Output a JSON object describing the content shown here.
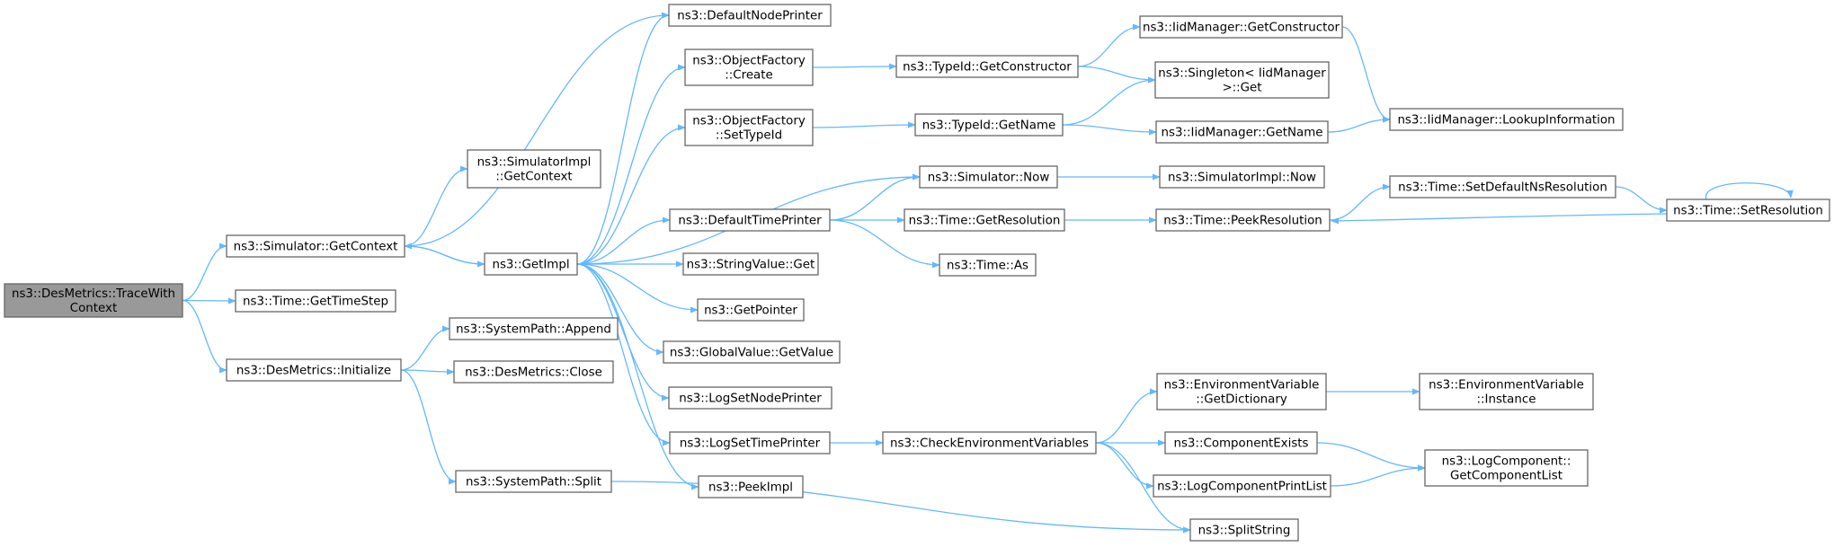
{
  "diagram": {
    "type": "call-graph",
    "colors": {
      "edge": "#63b8ff",
      "node_border": "#666666",
      "root_fill": "#999999",
      "node_fill": "#ffffff"
    },
    "nodes": [
      {
        "id": "root",
        "lines": [
          "ns3::DesMetrics::TraceWith",
          "Context"
        ],
        "root": true
      },
      {
        "id": "sim_getcontext",
        "lines": [
          "ns3::Simulator::GetContext"
        ]
      },
      {
        "id": "time_gettimestep",
        "lines": [
          "ns3::Time::GetTimeStep"
        ]
      },
      {
        "id": "desm_initialize",
        "lines": [
          "ns3::DesMetrics::Initialize"
        ]
      },
      {
        "id": "simimpl_getcontext",
        "lines": [
          "ns3::SimulatorImpl",
          "::GetContext"
        ]
      },
      {
        "id": "getimpl",
        "lines": [
          "ns3::GetImpl"
        ]
      },
      {
        "id": "syspath_append",
        "lines": [
          "ns3::SystemPath::Append"
        ]
      },
      {
        "id": "desm_close",
        "lines": [
          "ns3::DesMetrics::Close"
        ]
      },
      {
        "id": "syspath_split",
        "lines": [
          "ns3::SystemPath::Split"
        ]
      },
      {
        "id": "defaultnodeprinter",
        "lines": [
          "ns3::DefaultNodePrinter"
        ]
      },
      {
        "id": "objfactory_create",
        "lines": [
          "ns3::ObjectFactory",
          "::Create"
        ]
      },
      {
        "id": "objfactory_settypeid",
        "lines": [
          "ns3::ObjectFactory",
          "::SetTypeId"
        ]
      },
      {
        "id": "defaulttimeprinter",
        "lines": [
          "ns3::DefaultTimePrinter"
        ]
      },
      {
        "id": "stringvalue_get",
        "lines": [
          "ns3::StringValue::Get"
        ]
      },
      {
        "id": "getpointer",
        "lines": [
          "ns3::GetPointer"
        ]
      },
      {
        "id": "globalvalue_getvalue",
        "lines": [
          "ns3::GlobalValue::GetValue"
        ]
      },
      {
        "id": "logsetnodeprinter",
        "lines": [
          "ns3::LogSetNodePrinter"
        ]
      },
      {
        "id": "logsettimeprinter",
        "lines": [
          "ns3::LogSetTimePrinter"
        ]
      },
      {
        "id": "peekimpl",
        "lines": [
          "ns3::PeekImpl"
        ]
      },
      {
        "id": "typeid_getconstructor",
        "lines": [
          "ns3::TypeId::GetConstructor"
        ]
      },
      {
        "id": "typeid_getname",
        "lines": [
          "ns3::TypeId::GetName"
        ]
      },
      {
        "id": "simulator_now",
        "lines": [
          "ns3::Simulator::Now"
        ]
      },
      {
        "id": "time_getresolution",
        "lines": [
          "ns3::Time::GetResolution"
        ]
      },
      {
        "id": "time_as",
        "lines": [
          "ns3::Time::As"
        ]
      },
      {
        "id": "checkenvvars",
        "lines": [
          "ns3::CheckEnvironmentVariables"
        ]
      },
      {
        "id": "iid_getconstructor",
        "lines": [
          "ns3::IidManager::GetConstructor"
        ]
      },
      {
        "id": "singleton_get",
        "lines": [
          "ns3::Singleton< IidManager",
          ">::Get"
        ]
      },
      {
        "id": "iid_getname",
        "lines": [
          "ns3::IidManager::GetName"
        ]
      },
      {
        "id": "simimpl_now",
        "lines": [
          "ns3::SimulatorImpl::Now"
        ]
      },
      {
        "id": "time_peekresolution",
        "lines": [
          "ns3::Time::PeekResolution"
        ]
      },
      {
        "id": "envvar_getdictionary",
        "lines": [
          "ns3::EnvironmentVariable",
          "::GetDictionary"
        ]
      },
      {
        "id": "componentexists",
        "lines": [
          "ns3::ComponentExists"
        ]
      },
      {
        "id": "logcomponentprintlist",
        "lines": [
          "ns3::LogComponentPrintList"
        ]
      },
      {
        "id": "splitstring",
        "lines": [
          "ns3::SplitString"
        ]
      },
      {
        "id": "iid_lookupinformation",
        "lines": [
          "ns3::IidManager::LookupInformation"
        ]
      },
      {
        "id": "time_setdefaultnsresolution",
        "lines": [
          "ns3::Time::SetDefaultNsResolution"
        ]
      },
      {
        "id": "time_setresolution",
        "lines": [
          "ns3::Time::SetResolution"
        ]
      },
      {
        "id": "envvar_instance",
        "lines": [
          "ns3::EnvironmentVariable",
          "::Instance"
        ]
      },
      {
        "id": "logcomponent_getcomponentlist",
        "lines": [
          "ns3::LogComponent::",
          "GetComponentList"
        ]
      }
    ],
    "edges": [
      [
        "root",
        "sim_getcontext"
      ],
      [
        "root",
        "time_gettimestep"
      ],
      [
        "root",
        "desm_initialize"
      ],
      [
        "sim_getcontext",
        "simimpl_getcontext"
      ],
      [
        "sim_getcontext",
        "defaultnodeprinter"
      ],
      [
        "sim_getcontext",
        "getimpl"
      ],
      [
        "desm_initialize",
        "syspath_append"
      ],
      [
        "desm_initialize",
        "desm_close"
      ],
      [
        "desm_initialize",
        "syspath_split"
      ],
      [
        "syspath_split",
        "splitstring"
      ],
      [
        "getimpl",
        "sim_getcontext"
      ],
      [
        "getimpl",
        "defaultnodeprinter"
      ],
      [
        "getimpl",
        "objfactory_create"
      ],
      [
        "getimpl",
        "objfactory_settypeid"
      ],
      [
        "getimpl",
        "simulator_now"
      ],
      [
        "getimpl",
        "defaulttimeprinter"
      ],
      [
        "getimpl",
        "stringvalue_get"
      ],
      [
        "getimpl",
        "getpointer"
      ],
      [
        "getimpl",
        "globalvalue_getvalue"
      ],
      [
        "getimpl",
        "logsetnodeprinter"
      ],
      [
        "getimpl",
        "logsettimeprinter"
      ],
      [
        "getimpl",
        "peekimpl"
      ],
      [
        "objfactory_create",
        "typeid_getconstructor"
      ],
      [
        "objfactory_settypeid",
        "typeid_getname"
      ],
      [
        "typeid_getconstructor",
        "iid_getconstructor"
      ],
      [
        "typeid_getconstructor",
        "singleton_get"
      ],
      [
        "typeid_getname",
        "singleton_get"
      ],
      [
        "typeid_getname",
        "iid_getname"
      ],
      [
        "iid_getconstructor",
        "iid_lookupinformation"
      ],
      [
        "iid_getname",
        "iid_lookupinformation"
      ],
      [
        "defaulttimeprinter",
        "simulator_now"
      ],
      [
        "defaulttimeprinter",
        "time_getresolution"
      ],
      [
        "defaulttimeprinter",
        "time_as"
      ],
      [
        "simulator_now",
        "simimpl_now"
      ],
      [
        "time_getresolution",
        "time_peekresolution"
      ],
      [
        "time_peekresolution",
        "time_setdefaultnsresolution"
      ],
      [
        "time_setdefaultnsresolution",
        "time_setresolution"
      ],
      [
        "time_setresolution",
        "time_peekresolution"
      ],
      [
        "time_setresolution",
        "time_setresolution"
      ],
      [
        "logsettimeprinter",
        "checkenvvars"
      ],
      [
        "checkenvvars",
        "envvar_getdictionary"
      ],
      [
        "checkenvvars",
        "componentexists"
      ],
      [
        "checkenvvars",
        "logcomponentprintlist"
      ],
      [
        "checkenvvars",
        "splitstring"
      ],
      [
        "envvar_getdictionary",
        "envvar_instance"
      ],
      [
        "componentexists",
        "logcomponent_getcomponentlist"
      ],
      [
        "logcomponentprintlist",
        "logcomponent_getcomponentlist"
      ]
    ]
  }
}
